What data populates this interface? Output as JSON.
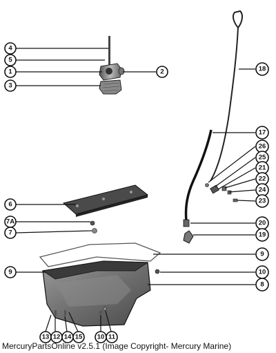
{
  "caption": "MercuryPartsOnline v2.5.1 (Image Copyright- Mercury Marine)",
  "callouts": {
    "c4": "4",
    "c5": "5",
    "c1": "1",
    "c2": "2",
    "c3": "3",
    "c18": "18",
    "c17": "17",
    "c26": "26",
    "c25": "25",
    "c21": "21",
    "c22": "22",
    "c24": "24",
    "c23": "23",
    "c6": "6",
    "c7A": "7A",
    "c7": "7",
    "c20": "20",
    "c19": "19",
    "c9a": "9",
    "c9b": "9",
    "c10a": "10",
    "c8": "8",
    "c13": "13",
    "c12": "12",
    "c14": "14",
    "c15": "15",
    "c10b": "10",
    "c11": "11"
  }
}
